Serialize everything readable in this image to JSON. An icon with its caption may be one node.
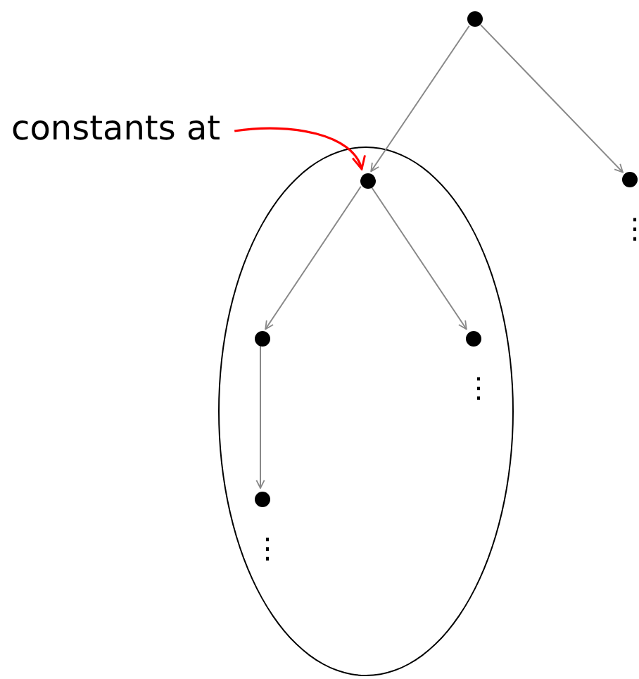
{
  "diagram": {
    "nodes": [
      {
        "text": [],
        "shape": "circle"
      },
      {
        "text": [
          "constants at"
        ]
      },
      {
        "text": [],
        "shape": "ellipse"
      },
      {
        "text": [],
        "shape": "circle",
        "in": 2
      },
      {
        "text": [],
        "shape": "circle",
        "beside": [
          "⋮"
        ]
      },
      {
        "text": [],
        "shape": "circle",
        "in": 2
      },
      {
        "text": [],
        "shape": "circle",
        "in": 2,
        "beside": [
          "⋮"
        ]
      },
      {
        "text": [],
        "shape": "circle",
        "in": 2,
        "beside": [
          "⋮"
        ]
      }
    ],
    "edges": [
      {
        "from": 0,
        "to": 3,
        "arrow": "to"
      },
      {
        "from": 0,
        "to": 4,
        "arrow": "to"
      },
      {
        "from": 1,
        "to": 3,
        "arrow": "to",
        "color": "#ff0000"
      },
      {
        "from": 3,
        "to": 5,
        "arrow": "to"
      },
      {
        "from": 3,
        "to": 6,
        "arrow": "to"
      },
      {
        "from": 5,
        "to": 7,
        "arrow": "to"
      }
    ]
  }
}
